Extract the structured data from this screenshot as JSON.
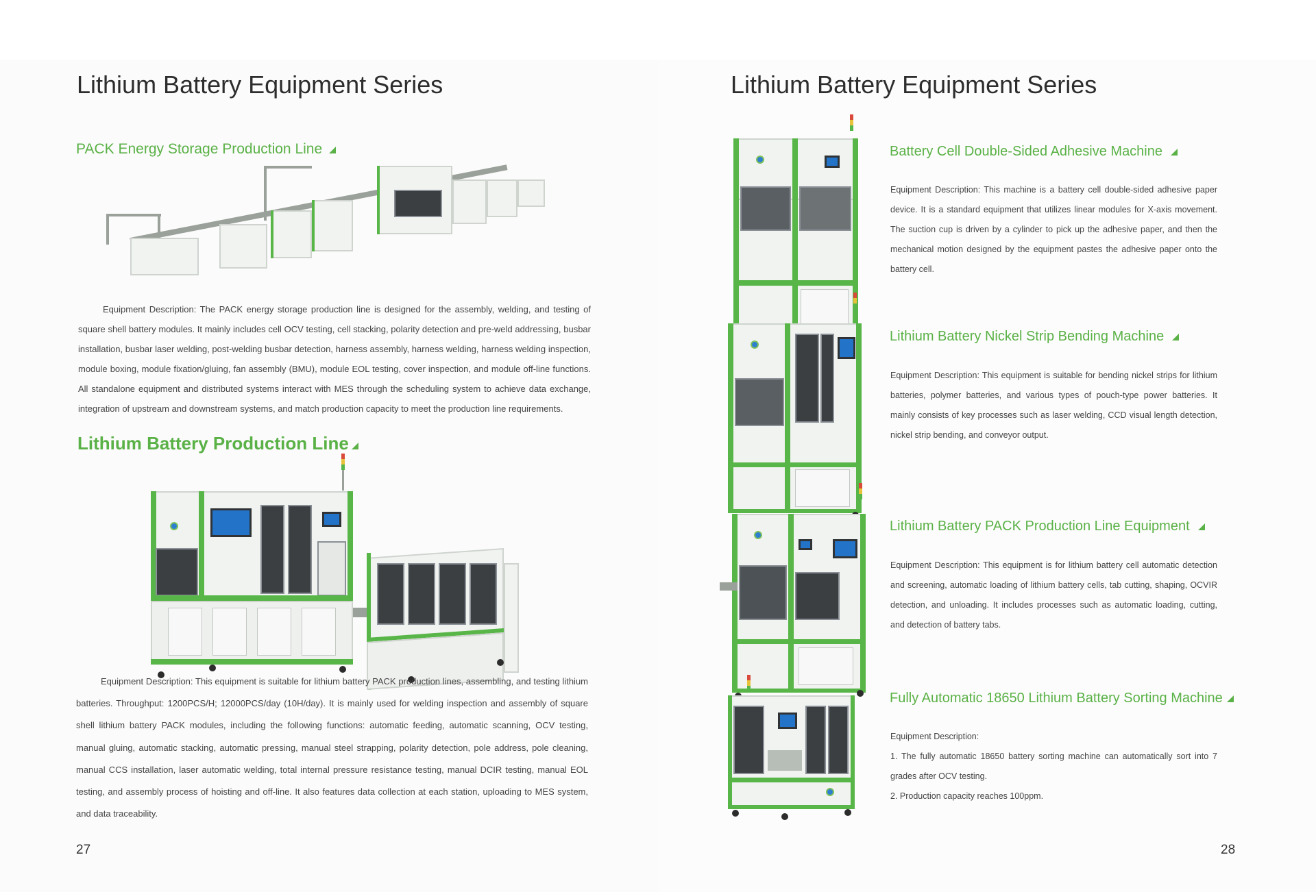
{
  "left_page": {
    "title": "Lithium Battery Equipment Series",
    "page_number": "27",
    "sections": [
      {
        "heading": "PACK Energy Storage Production Line",
        "description": "Equipment Description: The PACK energy storage production line is designed for the assembly, welding, and testing of square shell battery modules. It mainly includes cell OCV testing, cell stacking, polarity detection and pre-weld addressing, busbar installation, busbar laser welding, post-welding busbar detection, harness assembly, harness welding, harness welding inspection, module boxing, module fixation/gluing, fan assembly (BMU), module EOL testing, cover inspection, and module off-line functions. All standalone equipment and distributed systems interact with MES through the scheduling system to achieve data exchange, integration of upstream and downstream systems, and match production capacity to meet the production line requirements."
      },
      {
        "heading": "Lithium Battery Production Line",
        "description": "Equipment Description: This equipment is suitable for lithium battery PACK production lines, assembling, and testing lithium batteries. Throughput: 1200PCS/H; 12000PCS/day (10H/day). It is mainly used for welding inspection and assembly of square shell lithium battery PACK modules, including the following functions: automatic feeding, automatic scanning, OCV testing, manual gluing, automatic stacking, automatic pressing, manual steel strapping, polarity detection, pole address, pole cleaning, manual CCS installation, laser automatic welding, total internal pressure resistance testing, manual DCIR testing, manual EOL testing, and assembly process of hoisting and off-line. It also features data collection at each station, uploading to MES system, and data traceability."
      }
    ]
  },
  "right_page": {
    "title": "Lithium Battery Equipment Series",
    "page_number": "28",
    "sections": [
      {
        "heading": "Battery Cell Double-Sided Adhesive Machine",
        "description": "Equipment Description: This machine is a battery cell double-sided adhesive paper device. It is a standard equipment that utilizes linear modules for X-axis movement. The suction cup is driven by a cylinder to pick up the adhesive paper, and then the mechanical motion designed by the equipment pastes the adhesive paper onto the battery cell."
      },
      {
        "heading": "Lithium Battery Nickel Strip Bending Machine",
        "description": "Equipment Description: This equipment is suitable for bending nickel strips for lithium batteries, polymer batteries, and various types of pouch-type power batteries. It mainly consists of key processes such as laser welding, CCD visual length detection, nickel strip bending, and conveyor output."
      },
      {
        "heading": "Lithium Battery PACK Production Line Equipment",
        "description": "Equipment Description: This equipment is for lithium battery cell automatic detection and screening, automatic loading of lithium battery cells, tab cutting, shaping, OCVIR detection, and unloading. It includes processes such as automatic loading, cutting, and detection of battery tabs."
      },
      {
        "heading": "Fully Automatic 18650 Lithium Battery Sorting Machine",
        "description_label": "Equipment Description:",
        "description_items": [
          "1. The fully automatic 18650 battery sorting machine can automatically sort into 7 grades after OCV testing.",
          "2. Production capacity reaches 100ppm."
        ]
      }
    ]
  },
  "colors": {
    "accent_green": "#5ab146",
    "title_text": "#2d2d2d",
    "body_text": "#444444"
  }
}
